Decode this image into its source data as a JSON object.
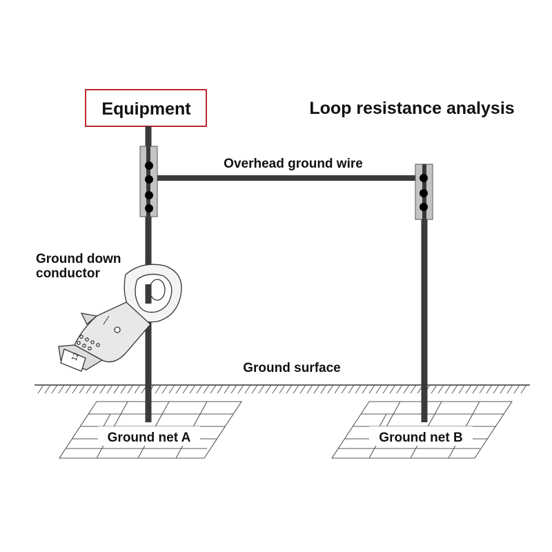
{
  "title": "Loop resistance analysis",
  "equipment_label": "Equipment",
  "overhead_wire_label": "Overhead ground wire",
  "down_conductor_label": [
    "Ground down",
    "conductor"
  ],
  "ground_surface_label": "Ground surface",
  "ground_net_a_label": "Ground net A",
  "ground_net_b_label": "Ground net B",
  "meter_display_text": "12",
  "colors": {
    "equipment_border": "#c0282d",
    "conductor": "#3a3a3a",
    "bracket": "#c4c4c4",
    "line": "#333333"
  }
}
